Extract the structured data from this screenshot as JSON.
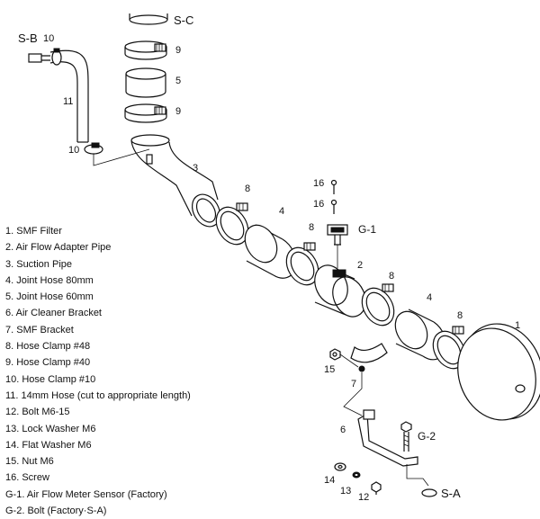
{
  "callouts": {
    "sb": "S-B",
    "sc": "S-C",
    "sa": "S-A",
    "g1": "G-1",
    "g2": "G-2",
    "n10a": "10",
    "n10b": "10",
    "n11": "11",
    "n9a": "9",
    "n9b": "9",
    "n5": "5",
    "n3": "3",
    "n8a": "8",
    "n8b": "8",
    "n8c": "8",
    "n8d": "8",
    "n4a": "4",
    "n4b": "4",
    "n16a": "16",
    "n16b": "16",
    "n2": "2",
    "n1": "1",
    "n15": "15",
    "n7": "7",
    "n6": "6",
    "n14": "14",
    "n13": "13",
    "n12": "12"
  },
  "legend": [
    "1. SMF Filter",
    "2. Air Flow Adapter Pipe",
    "3. Suction Pipe",
    "4. Joint Hose 80mm",
    "5. Joint Hose 60mm",
    "6. Air Cleaner Bracket",
    "7. SMF Bracket",
    "8. Hose Clamp #48",
    "9. Hose Clamp #40",
    "10. Hose Clamp #10",
    "11. 14mm Hose (cut to appropriate length)",
    "12. Bolt M6-15",
    "13. Lock Washer M6",
    "14. Flat Washer M6",
    "15. Nut M6",
    "16. Screw",
    "G-1. Air Flow Meter Sensor (Factory)",
    "G-2. Bolt (Factory·S-A)"
  ]
}
